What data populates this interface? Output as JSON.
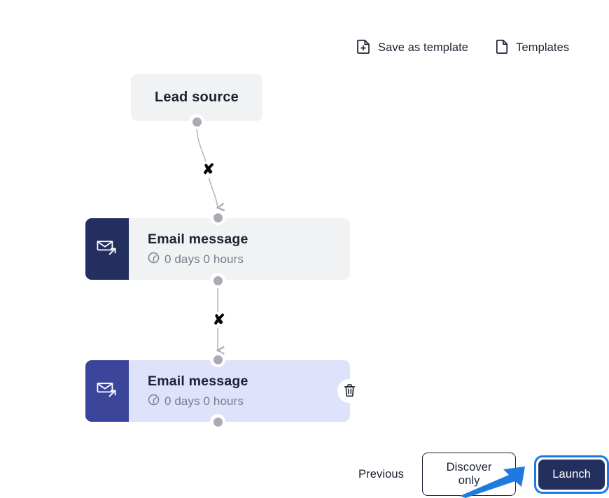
{
  "toolbar": {
    "save_template": {
      "label": "Save as template",
      "icon": "document-plus-icon"
    },
    "templates": {
      "label": "Templates",
      "icon": "document-icon"
    }
  },
  "flow": {
    "lead_node": {
      "title": "Lead source"
    },
    "nodes": [
      {
        "title": "Email message",
        "delay": "0 days 0 hours",
        "icon": "email-send-icon",
        "clock_icon": "clock-icon",
        "selected": false,
        "icon_panel_color": "#232f5e",
        "body_color": "#f1f2f4"
      },
      {
        "title": "Email message",
        "delay": "0 days 0 hours",
        "icon": "email-send-icon",
        "clock_icon": "clock-icon",
        "selected": true,
        "icon_panel_color": "#3b469b",
        "body_color": "#dfe2fb"
      }
    ],
    "edges": [
      {
        "marker": "✘",
        "style": "curved"
      },
      {
        "marker": "✘",
        "style": "straight"
      }
    ],
    "delete_button": {
      "icon": "trash-icon",
      "title": "Delete step"
    }
  },
  "footer": {
    "previous_label": "Previous",
    "discover_label": "Discover only",
    "launch_label": "Launch"
  },
  "annotation": {
    "arrow_color": "#1f7ae0",
    "points_to": "launch-button"
  },
  "colors": {
    "navy": "#232f5c",
    "indigo": "#3b469b",
    "lavender": "#dfe2fb",
    "gray_body": "#f1f2f4",
    "handle": "#a9aab2",
    "focus_ring": "#1a7aed",
    "text": "#1c2233",
    "muted": "#777d8c"
  }
}
